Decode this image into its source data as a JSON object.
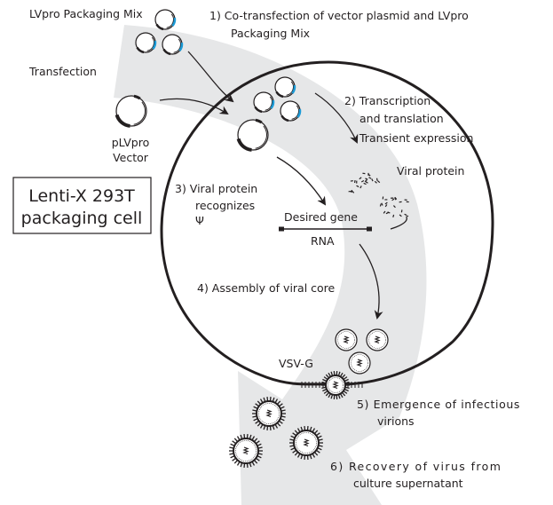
{
  "colors": {
    "band": "#e6e7e8",
    "ink": "#231f20",
    "accent": "#1b9ad6"
  },
  "labels": {
    "packaging_mix": "LVpro Packaging Mix",
    "step1_line1": "1) Co-transfection of vector plasmid and LVpro",
    "step1_line2": "Packaging Mix",
    "transfection": "Transfection",
    "vector_line1": "pLVpro",
    "vector_line2": "Vector",
    "cell_line1": "Lenti-X 293T",
    "cell_line2": "packaging cell",
    "step2_line1": "2) Transcription",
    "step2_line2": "and translation",
    "step2_line3": "Transient expression",
    "viral_protein": "Viral protein",
    "step3_line1": "3) Viral protein",
    "step3_line2": "recognizes",
    "step3_line3": "Ψ",
    "desired_gene": "Desired gene",
    "rna": "RNA",
    "step4": "4) Assembly of viral core",
    "vsvg": "VSV-G",
    "step5_line1": "5) Emergence of infectious",
    "step5_line2": "virions",
    "step6_line1": "6) Recovery of virus from",
    "step6_line2": "culture supernatant"
  }
}
